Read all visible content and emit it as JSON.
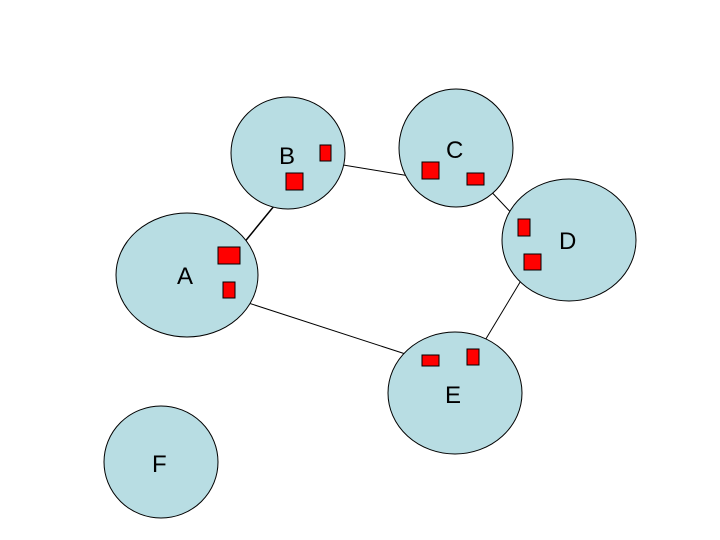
{
  "colors": {
    "node_fill": "#b8dde3",
    "node_stroke": "#000000",
    "port_fill": "#ff0000",
    "port_stroke": "#000000",
    "link_stroke": "#000000",
    "background": "#ffffff"
  },
  "nodes": [
    {
      "id": "A",
      "label": "A"
    },
    {
      "id": "B",
      "label": "B"
    },
    {
      "id": "C",
      "label": "C"
    },
    {
      "id": "D",
      "label": "D"
    },
    {
      "id": "E",
      "label": "E"
    },
    {
      "id": "F",
      "label": "F"
    }
  ],
  "links": [
    {
      "from": "A",
      "to": "B"
    },
    {
      "from": "B",
      "to": "C"
    },
    {
      "from": "C",
      "to": "D"
    },
    {
      "from": "D",
      "to": "E"
    },
    {
      "from": "E",
      "to": "A"
    }
  ]
}
